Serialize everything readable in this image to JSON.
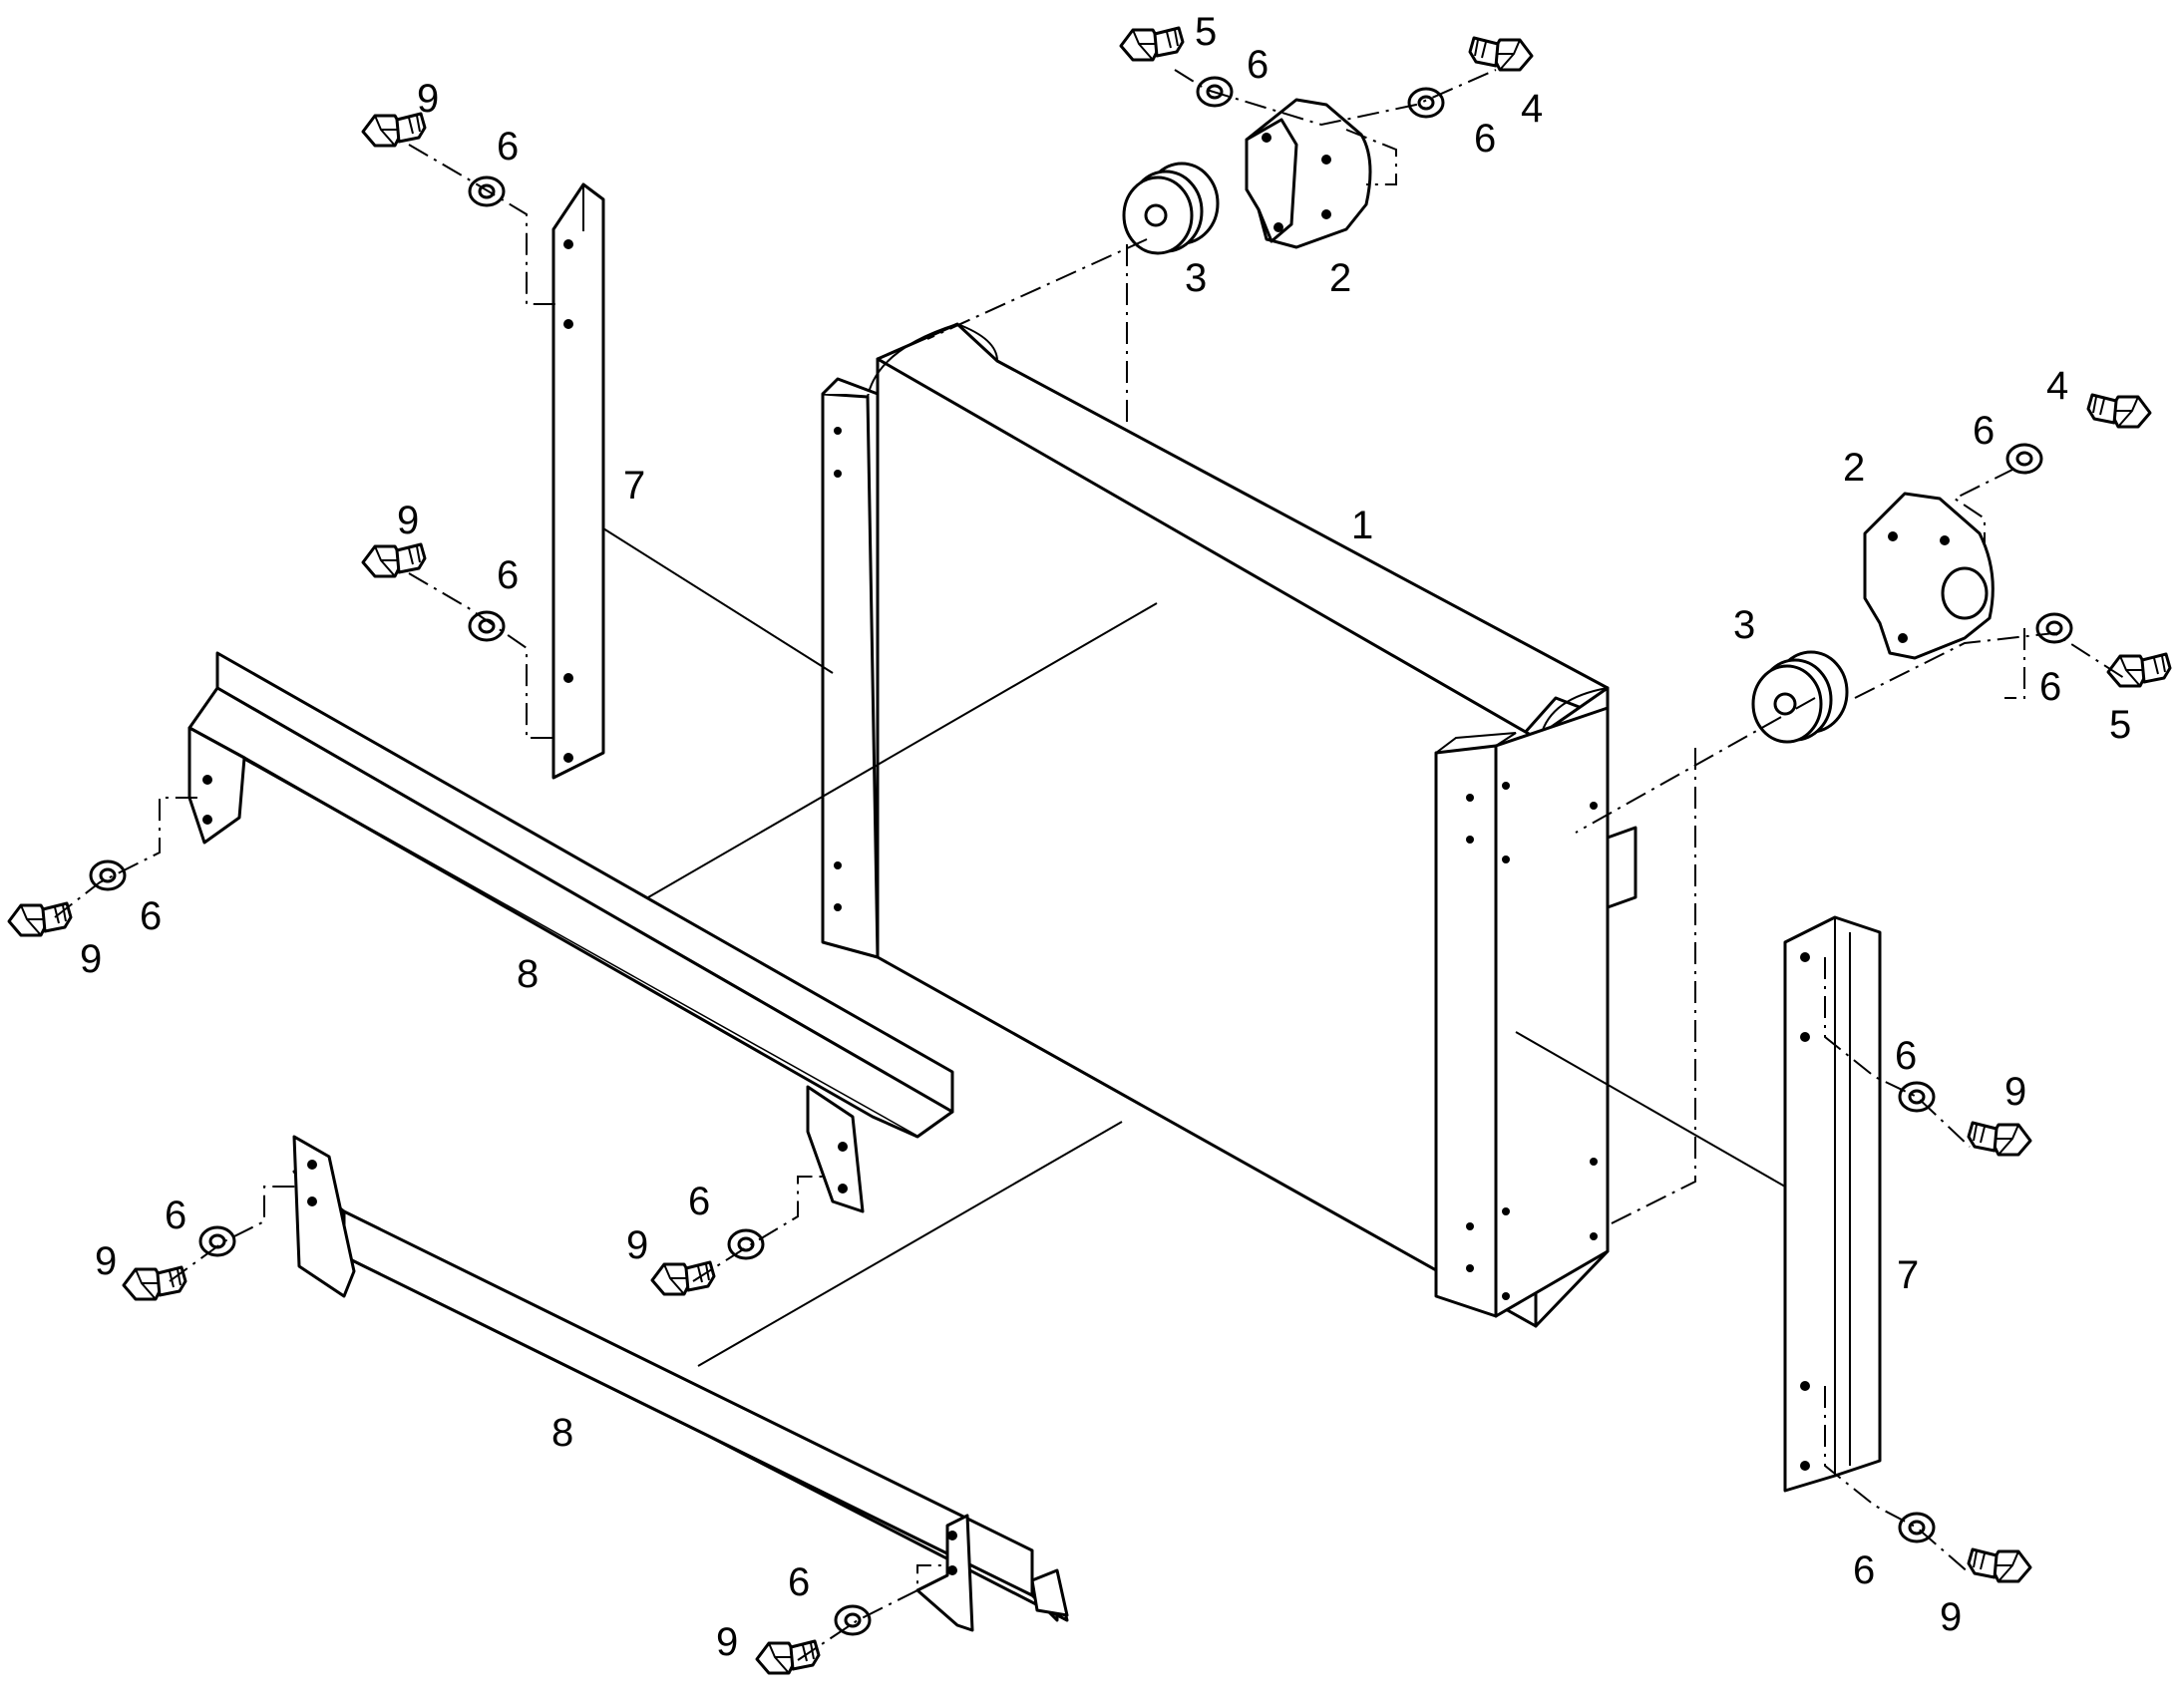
{
  "diagram": {
    "callouts": {
      "radiator": "1",
      "bracket": "2",
      "mount": "3",
      "bolt_long": "4",
      "bolt_short": "5",
      "washer": "6",
      "vertical_strut": "7",
      "cross_rail": "8",
      "bolt": "9"
    }
  },
  "colors": {
    "line": "#000000",
    "background": "#ffffff"
  }
}
